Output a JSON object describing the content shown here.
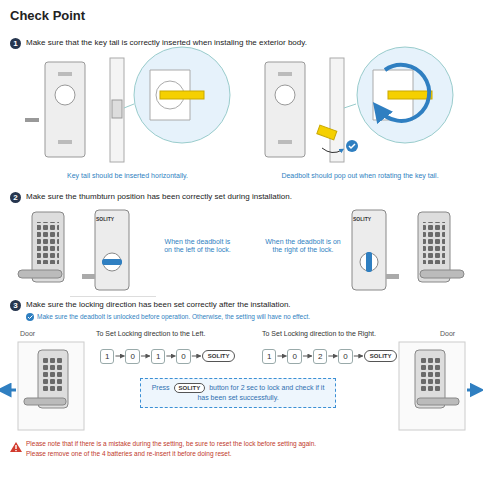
{
  "diagram": {
    "title": "Check Point",
    "nodes": [
      {
        "text": [
          "1"
        ]
      },
      {
        "text": [
          "0"
        ]
      },
      {
        "text": [
          "1"
        ]
      },
      {
        "text": [
          "0"
        ]
      },
      {
        "text": [
          "SOLITY"
        ]
      },
      {
        "text": [
          "1"
        ]
      },
      {
        "text": [
          "0"
        ]
      },
      {
        "text": [
          "2"
        ]
      },
      {
        "text": [
          "0"
        ]
      },
      {
        "text": [
          "SOLITY"
        ]
      },
      {
        "text": [
          "Press",
          "SOLITY",
          "button for 2 sec to lock and check if it has been set successfully."
        ]
      }
    ],
    "edges": [
      {
        "from": 0,
        "to": 1,
        "arrow": "to"
      },
      {
        "from": 1,
        "to": 2,
        "arrow": "to"
      },
      {
        "from": 2,
        "to": 3,
        "arrow": "to"
      },
      {
        "from": 3,
        "to": 4,
        "arrow": "to"
      },
      {
        "from": 5,
        "to": 6,
        "arrow": "to"
      },
      {
        "from": 6,
        "to": 7,
        "arrow": "to"
      },
      {
        "from": 7,
        "to": 8,
        "arrow": "to"
      },
      {
        "from": 8,
        "to": 9,
        "arrow": "to"
      }
    ],
    "labels": [
      "1",
      "Make sure that the key tail is correctly inserted when instaling the exterior body.",
      "Key tail should be inserted horizontally.",
      "Deadbolt should pop out when rotating the key tail.",
      "2",
      "Make sure the thumbturn position has been correctly set during installation.",
      "SOLITY",
      "When the deadbolt is on the left of the lock.",
      "When the deadbolt is on the right of the lock.",
      "SOLITY",
      "3",
      "Make sure the locking direction has been set correctly after the installation.",
      "Make sure the deadbolt is unlocked before operation. Otherwise, the setting will have no effect.",
      "Door",
      "To Set Locking direction to the Left.",
      "To Set Locking direction to the Right.",
      "Door",
      "Please note that if there is a mistake during the setting, be sure to reset the lock before setting again.",
      "Please remove one of the 4 batteries and re-insert it before doing reset."
    ]
  }
}
